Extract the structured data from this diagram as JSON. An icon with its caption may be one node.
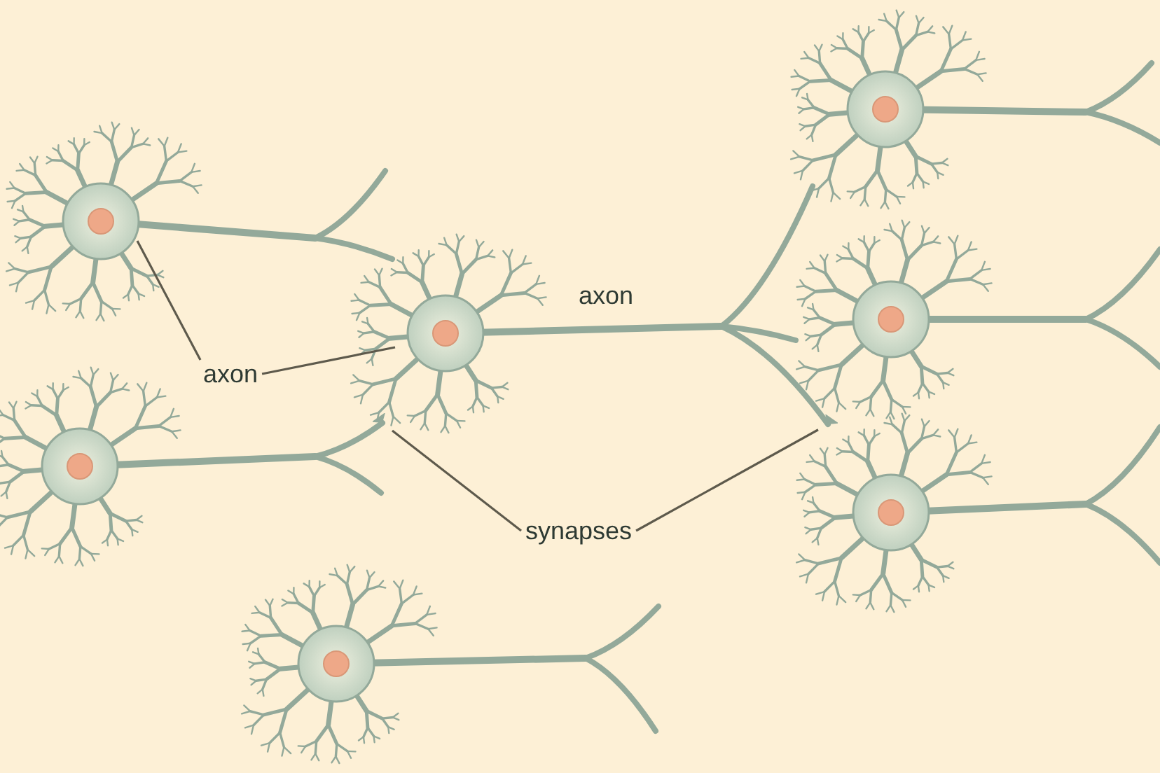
{
  "diagram": {
    "nodes": [
      {
        "text": [
          "axon"
        ]
      },
      {
        "text": [
          "synapses"
        ]
      },
      {
        "text": [],
        "shape": "picture"
      },
      {
        "text": [],
        "shape": "picture"
      }
    ],
    "edges": [
      {
        "from": 0,
        "to": null,
        "arrow": "none"
      },
      {
        "from": 0,
        "to": null,
        "arrow": "none"
      },
      {
        "from": 1,
        "to": 2,
        "arrow": "none"
      },
      {
        "from": 1,
        "to": 3,
        "arrow": "none"
      }
    ],
    "labels": [
      "axon"
    ]
  }
}
